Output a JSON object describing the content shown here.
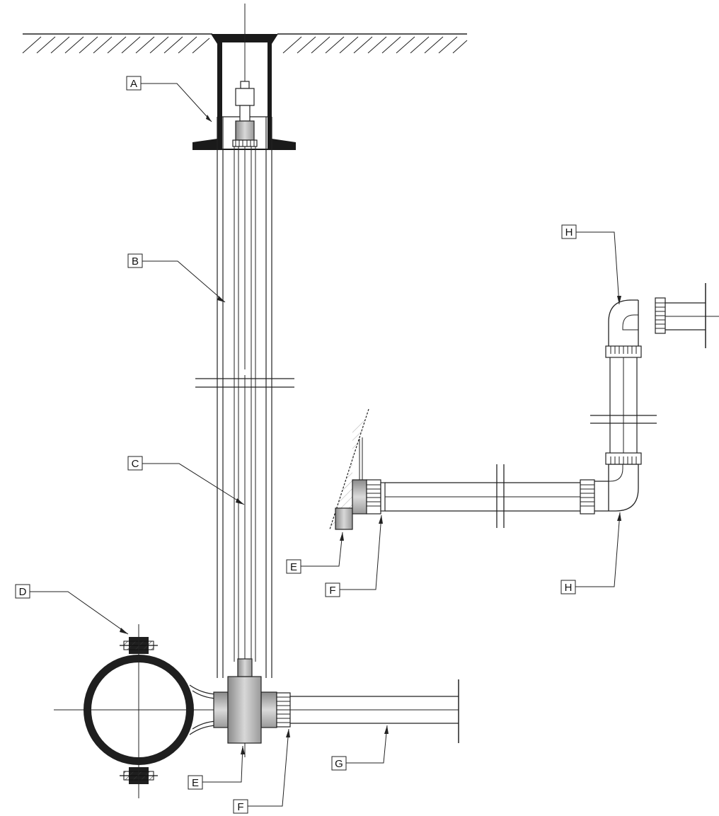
{
  "labels": {
    "a": "A",
    "b": "B",
    "c": "C",
    "d": "D",
    "e1": "E",
    "f1": "F",
    "g": "G",
    "e2": "E",
    "f2": "F",
    "h1": "H",
    "h2": "H"
  }
}
